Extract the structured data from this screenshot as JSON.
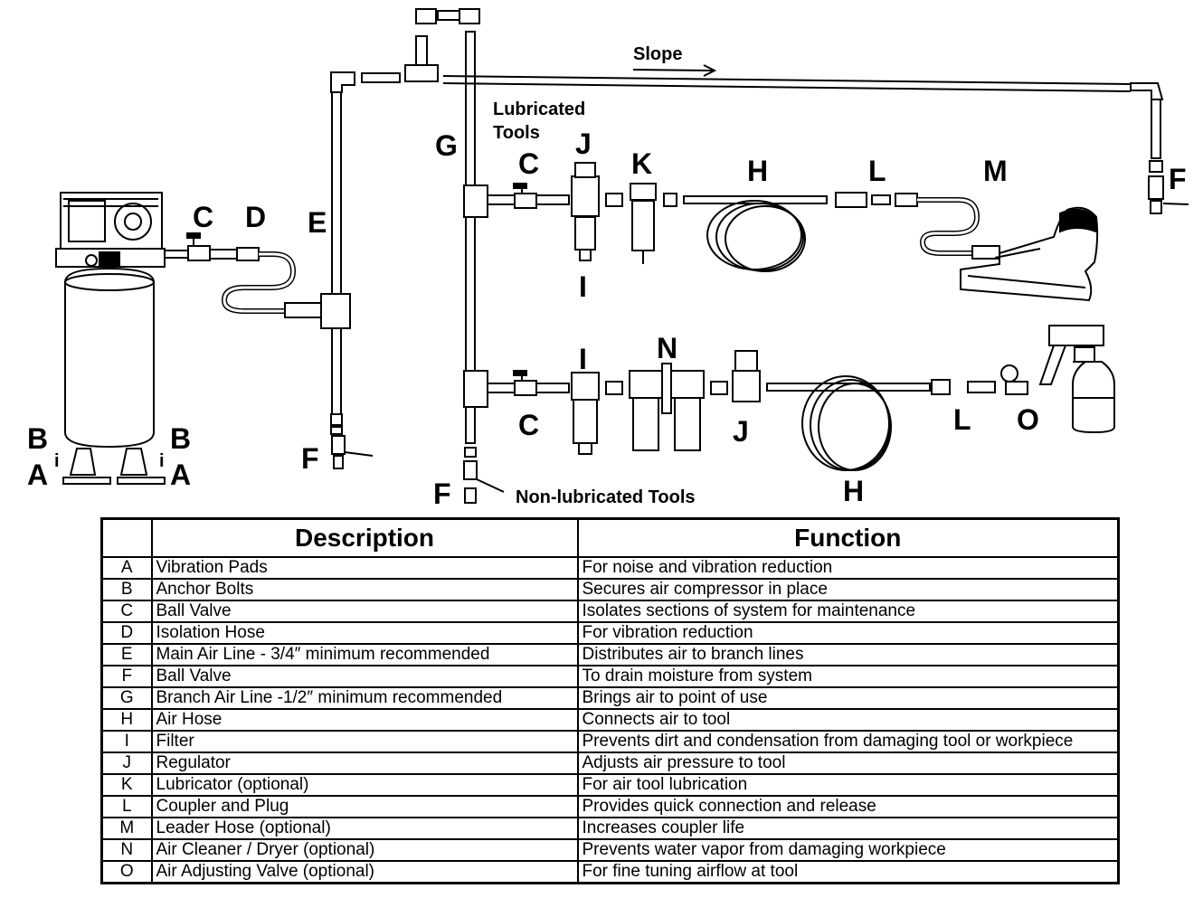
{
  "diagram": {
    "labels": {
      "a_left": "A",
      "b_left": "B",
      "a_right": "A",
      "b_right": "B",
      "c_main": "C",
      "d": "D",
      "e": "E",
      "f_main": "F",
      "g": "G",
      "f_branch": "F",
      "f_right": "F",
      "c_top": "C",
      "j_top": "J",
      "k": "K",
      "h_top": "H",
      "l_top": "L",
      "m": "M",
      "i_top": "I",
      "i_bottom": "I",
      "n": "N",
      "c_bottom": "C",
      "j_bottom": "J",
      "h_bottom": "H",
      "l_bottom": "L",
      "o": "O",
      "bolt_left": "i",
      "bolt_right": "i"
    },
    "slope": "Slope",
    "lubricated_line1": "Lubricated",
    "lubricated_line2": "Tools",
    "non_lubricated": "Non-lubricated Tools"
  },
  "table": {
    "headers": {
      "code": "",
      "description": "Description",
      "function": "Function"
    },
    "rows": [
      {
        "code": "A",
        "description": "Vibration Pads",
        "function": "For noise and vibration reduction"
      },
      {
        "code": "B",
        "description": "Anchor Bolts",
        "function": "Secures air compressor in place"
      },
      {
        "code": "C",
        "description": "Ball Valve",
        "function": "Isolates sections of system for maintenance"
      },
      {
        "code": "D",
        "description": "Isolation Hose",
        "function": "For vibration reduction"
      },
      {
        "code": "E",
        "description": "Main Air Line - 3/4″ minimum recommended",
        "function": "Distributes air to branch lines"
      },
      {
        "code": "F",
        "description": "Ball Valve",
        "function": "To drain moisture from system"
      },
      {
        "code": "G",
        "description": "Branch Air Line -1/2″ minimum recommended",
        "function": "Brings air to point of use"
      },
      {
        "code": "H",
        "description": "Air Hose",
        "function": "Connects air to tool"
      },
      {
        "code": "I",
        "description": "Filter",
        "function": "Prevents dirt and condensation from damaging tool or workpiece"
      },
      {
        "code": "J",
        "description": "Regulator",
        "function": "Adjusts air pressure to tool"
      },
      {
        "code": "K",
        "description": "Lubricator (optional)",
        "function": "For air tool lubrication"
      },
      {
        "code": "L",
        "description": "Coupler and Plug",
        "function": "Provides quick connection and release"
      },
      {
        "code": "M",
        "description": "Leader Hose (optional)",
        "function": "Increases coupler life"
      },
      {
        "code": "N",
        "description": "Air Cleaner / Dryer (optional)",
        "function": "Prevents water vapor from damaging workpiece"
      },
      {
        "code": "O",
        "description": "Air Adjusting Valve (optional)",
        "function": "For fine tuning airflow at tool"
      }
    ]
  }
}
